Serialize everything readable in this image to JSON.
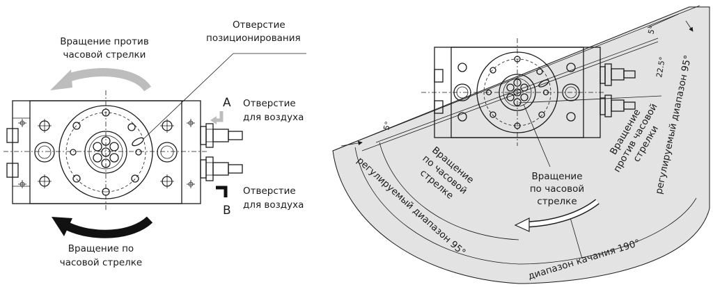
{
  "left_view": {
    "ccw_label": [
      "Вращение против",
      "часовой стрелки"
    ],
    "cw_label": [
      "Вращение по",
      "часовой стрелке"
    ],
    "positioning_hole_label": [
      "Отверстие",
      "позиционирования"
    ],
    "port_a_letter": "A",
    "port_a_label": [
      "Отверстие",
      "для воздуха"
    ],
    "port_b_letter": "B",
    "port_b_label": [
      "Отверстие",
      "для воздуха"
    ]
  },
  "right_view": {
    "angle_5_top": "5°",
    "angle_22_5": "22.5°",
    "angle_5_left": "5°",
    "range_95_right": "регулируемый диапазон 95°",
    "range_95_left": "регулируемый диапазон 95°",
    "swing_range": "диапазон качания 190°",
    "cw_sector_label": [
      "Вращение",
      "по часовой",
      "стрелке"
    ],
    "ccw_sector_label": [
      "Вращение",
      "против часовой",
      "стрелки"
    ],
    "cw_center_label": [
      "Вращение",
      "по часовой",
      "стрелке"
    ]
  },
  "colors": {
    "sector_fill": "#e3e3e3",
    "arrow_gray": "#bdbdbd",
    "arrow_black": "#111111",
    "line": "#1a1a1a"
  }
}
